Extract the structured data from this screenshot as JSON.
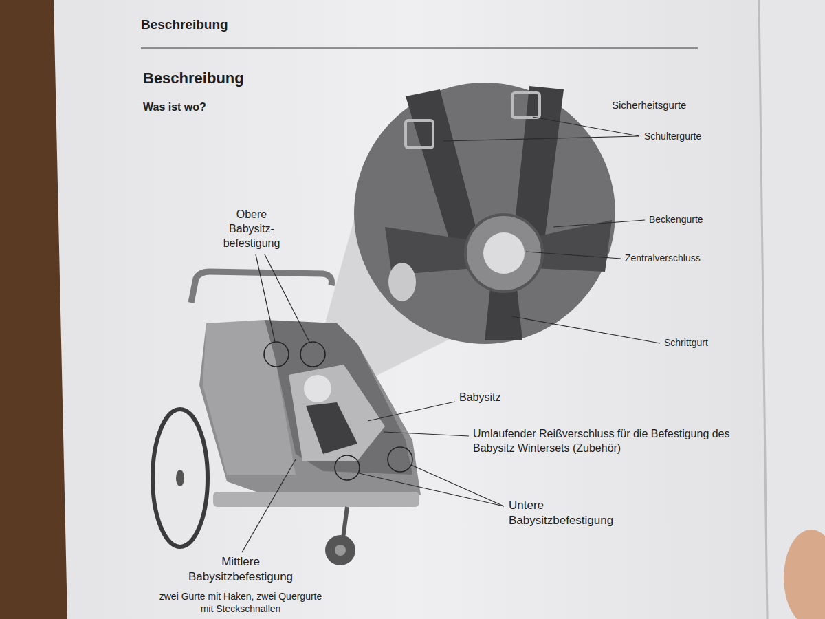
{
  "diagram": {
    "title": "Beschreibung",
    "labels": [
      "Beschreibung",
      "Was ist wo?",
      "Sicherheitsgurte",
      "Schultergurte",
      "Obere Babysitz- befestigung",
      "Beckengurte",
      "Zentralverschluss",
      "Schrittgurt",
      "Babysitz",
      "Umlaufender Reißverschluss für die Befestigung des Babysitz Wintersets (Zubehör)",
      "Untere Babysitzbefestigung",
      "Mittlere Babysitzbefestigung",
      "zwei Gurte mit Haken, zwei Quergurte mit Steckschnallen"
    ]
  }
}
